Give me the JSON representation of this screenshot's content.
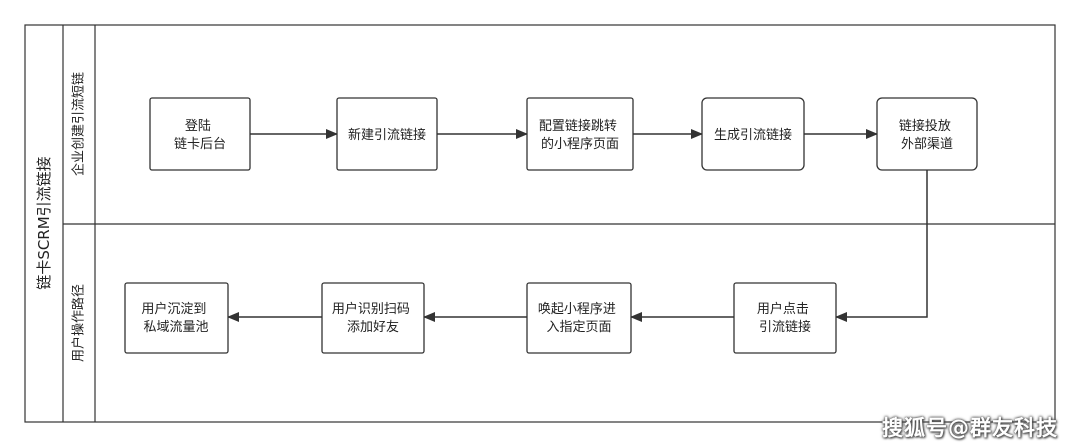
{
  "pool": {
    "title": "链卡SCRM引流链接"
  },
  "lanes": [
    {
      "label": "企业创建引流短链"
    },
    {
      "label": "用户操作路径"
    }
  ],
  "nodes": [
    {
      "id": "n1",
      "lines": [
        "登陆",
        "链卡后台"
      ]
    },
    {
      "id": "n2",
      "lines": [
        "新建引流链接"
      ]
    },
    {
      "id": "n3",
      "lines": [
        "配置链接跳转",
        "的小程序页面"
      ]
    },
    {
      "id": "n4",
      "lines": [
        "生成引流链接"
      ]
    },
    {
      "id": "n5",
      "lines": [
        "链接投放",
        "外部渠道"
      ]
    },
    {
      "id": "n6",
      "lines": [
        "用户点击",
        "引流链接"
      ]
    },
    {
      "id": "n7",
      "lines": [
        "唤起小程序进",
        "入指定页面"
      ]
    },
    {
      "id": "n8",
      "lines": [
        "用户识别扫码",
        "添加好友"
      ]
    },
    {
      "id": "n9",
      "lines": [
        "用户沉淀到",
        "私域流量池"
      ]
    }
  ],
  "watermark": "搜狐号@群友科技"
}
